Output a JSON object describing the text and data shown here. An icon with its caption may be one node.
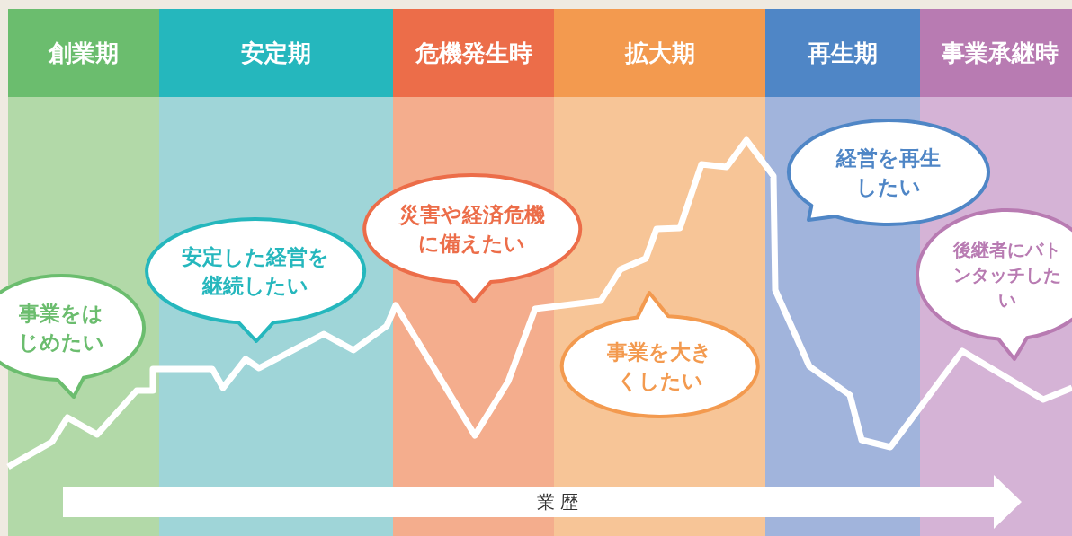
{
  "diagram": {
    "nodes": [
      {
        "text": [
          "創業期"
        ]
      },
      {
        "text": [
          "安定期"
        ]
      },
      {
        "text": [
          "危機発生時"
        ]
      },
      {
        "text": [
          "拡大期"
        ]
      },
      {
        "text": [
          "再生期"
        ]
      },
      {
        "text": [
          "事業承継時"
        ]
      },
      {
        "text": [
          "事業をはじめたい"
        ]
      },
      {
        "text": [
          "安定した経営を継続したい"
        ]
      },
      {
        "text": [
          "災害や経済危機に備えたい"
        ]
      },
      {
        "text": [
          "事業を大きくしたい"
        ]
      },
      {
        "text": [
          "経営を再生したい"
        ]
      },
      {
        "text": [
          "後継者にバトンタッチしたい"
        ]
      }
    ],
    "labels": [
      "業 歴"
    ]
  }
}
